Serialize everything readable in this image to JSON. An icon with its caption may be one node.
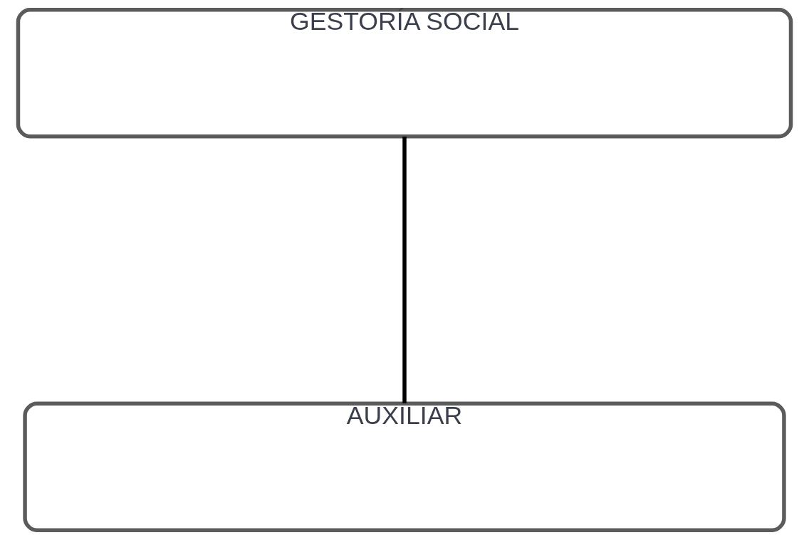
{
  "diagram": {
    "nodes": [
      {
        "text": [
          "GESTORÍA SOCIAL"
        ]
      },
      {
        "text": [
          "AUXILIAR"
        ]
      }
    ],
    "edges": [
      {
        "from": 0,
        "to": 1,
        "arrow": "none"
      }
    ]
  }
}
